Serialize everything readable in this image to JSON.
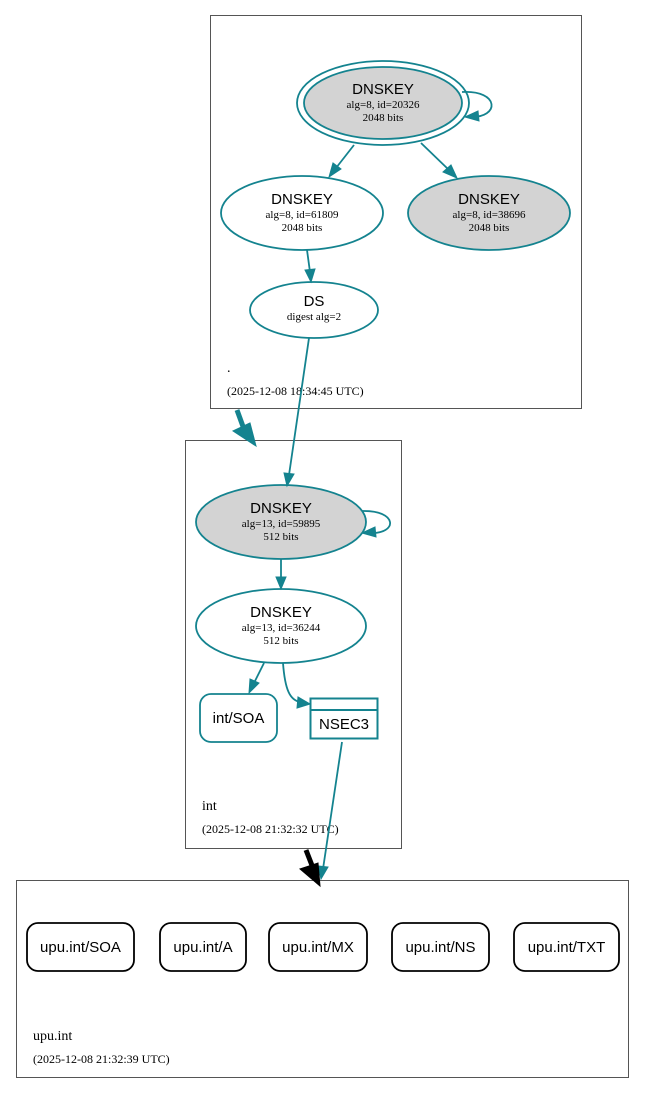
{
  "zones": {
    "root": {
      "name": ".",
      "timestamp": "(2025-12-08 18:34:45 UTC)",
      "nodes": {
        "ksk": {
          "title": "DNSKEY",
          "line1": "alg=8, id=20326",
          "line2": "2048 bits"
        },
        "zsk": {
          "title": "DNSKEY",
          "line1": "alg=8, id=61809",
          "line2": "2048 bits"
        },
        "standby": {
          "title": "DNSKEY",
          "line1": "alg=8, id=38696",
          "line2": "2048 bits"
        },
        "ds": {
          "title": "DS",
          "line1": "digest alg=2"
        }
      }
    },
    "int": {
      "name": "int",
      "timestamp": "(2025-12-08 21:32:32 UTC)",
      "nodes": {
        "ksk": {
          "title": "DNSKEY",
          "line1": "alg=13, id=59895",
          "line2": "512 bits"
        },
        "zsk": {
          "title": "DNSKEY",
          "line1": "alg=13, id=36244",
          "line2": "512 bits"
        },
        "soa": {
          "label": "int/SOA"
        },
        "nsec3": {
          "label": "NSEC3"
        }
      }
    },
    "upu": {
      "name": "upu.int",
      "timestamp": "(2025-12-08 21:32:39 UTC)",
      "rrsets": [
        "upu.int/SOA",
        "upu.int/A",
        "upu.int/MX",
        "upu.int/NS",
        "upu.int/TXT"
      ]
    }
  },
  "colors": {
    "edge": "#14838f",
    "grey_fill": "#d3d3d3",
    "delegation_insecure": "#000000"
  }
}
